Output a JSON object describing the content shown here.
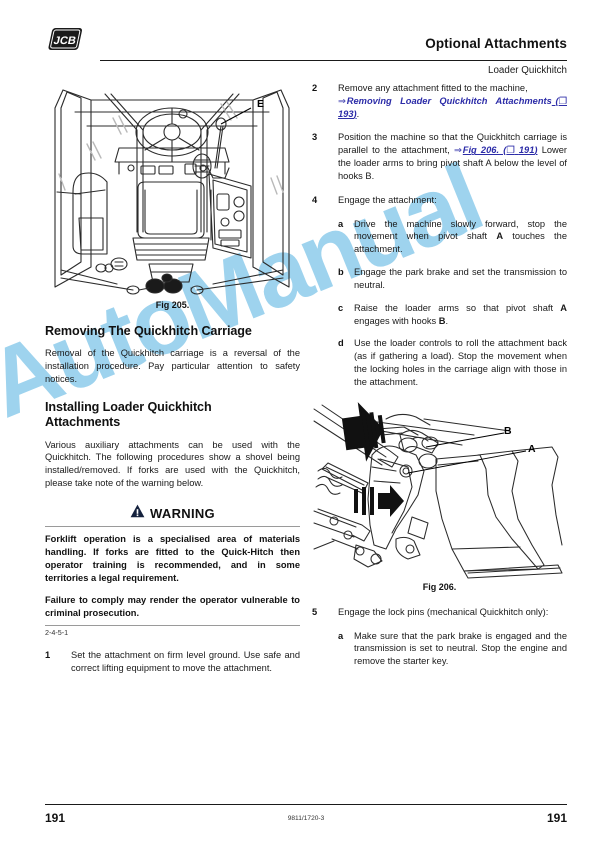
{
  "document": {
    "brand_logo_text": "JCB",
    "header_title": "Optional Attachments",
    "header_subtitle": "Loader Quickhitch",
    "footer_page_left": "191",
    "footer_part_number": "9811/1720-3",
    "footer_page_right": "191"
  },
  "colors": {
    "link": "#2c2ca8",
    "watermark": "#9ed3ee",
    "rule": "#1a1a1a",
    "warning_triangle": "#14213d",
    "text": "#1a1a1a"
  },
  "watermark": {
    "text": "AutoManual"
  },
  "left_column": {
    "figure": {
      "name": "fig-205-cab-interior",
      "caption": "Fig 205.",
      "labels": [
        "E"
      ],
      "description": "Line drawing of machine cab interior showing steering wheel, operator seat, control console and foot pedals"
    },
    "section_1": {
      "heading": "Removing The Quickhitch Carriage",
      "paragraph": "Removal of the Quickhitch carriage is a reversal of the installation procedure. Pay particular attention to safety notices."
    },
    "section_2": {
      "heading_line1": "Installing Loader Quickhitch",
      "heading_line2": "Attachments",
      "paragraph": "Various auxiliary attachments can be used with the Quickhitch. The following procedures show a shovel being installed/removed. If forks are used with the Quickhitch, please take note of the warning below."
    },
    "warning": {
      "icon": "warning-triangle-icon",
      "title": "WARNING",
      "paragraph_1": "Forklift operation is a specialised area of materials handling. If forks are fitted to the Quick-Hitch then operator training is recommended, and in some territories a legal requirement.",
      "paragraph_2": "Failure to comply may render the operator vulnerable to criminal prosecution.",
      "code": "2-4-5-1"
    },
    "steps": [
      {
        "number": "1",
        "text": "Set the attachment on firm level ground. Use safe and correct lifting equipment to move the attachment."
      }
    ]
  },
  "right_column": {
    "steps": [
      {
        "number": "2",
        "text_before": "Remove any attachment fitted to the machine, ",
        "link_arrow": "⇒",
        "link_text": "Removing Loader Quickhitch Attachments",
        "link_page_glyph": "❐",
        "link_page": "193",
        "text_after": "."
      },
      {
        "number": "3",
        "text_before": "Position the machine so that the Quickhitch carriage is parallel to the attachment, ",
        "link_arrow": "⇒",
        "link_text": "Fig 206.",
        "link_page_glyph": "❐",
        "link_page": "191",
        "text_after": " Lower the loader arms to bring pivot shaft A below the level of hooks B."
      },
      {
        "number": "4",
        "text": "Engage the attachment:"
      }
    ],
    "substeps_4": [
      {
        "letter": "a",
        "text": "Drive the machine slowly forward, stop the movement when pivot shaft A touches the attachment."
      },
      {
        "letter": "b",
        "text": "Engage the park brake and set the transmission to neutral."
      },
      {
        "letter": "c",
        "text": "Raise the loader arms so that pivot shaft A engages with hooks B."
      },
      {
        "letter": "d",
        "text": "Use the loader controls to roll the attachment back (as if gathering a load). Stop the movement when the locking holes in the carriage align with those in the attachment."
      }
    ],
    "figure": {
      "name": "fig-206-quickhitch-shovel",
      "caption": "Fig 206.",
      "labels": [
        "A",
        "B"
      ],
      "description": "Line drawing of loader arms engaging a shovel attachment via the Quickhitch carriage, with motion arrows"
    },
    "step_5": {
      "number": "5",
      "text": "Engage the lock pins (mechanical Quickhitch only):"
    },
    "substeps_5": [
      {
        "letter": "a",
        "text": "Make sure that the park brake is engaged and the transmission is set to neutral. Stop the engine and remove the starter key."
      }
    ]
  }
}
